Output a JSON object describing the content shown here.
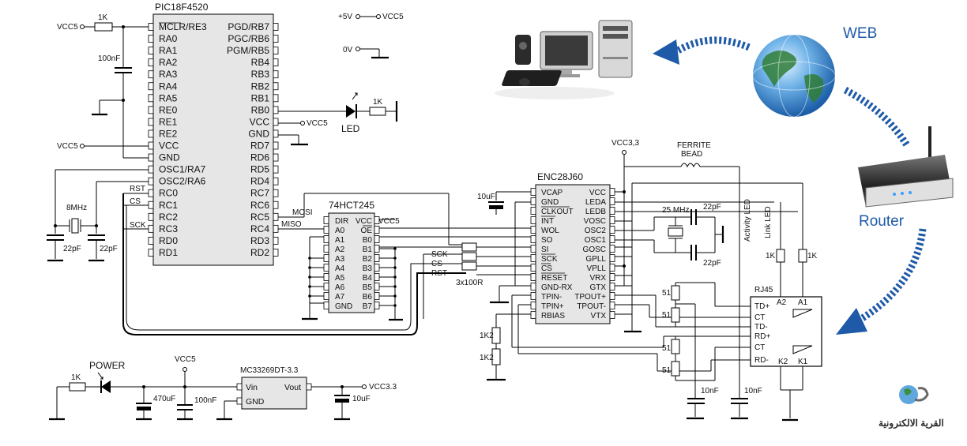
{
  "diagram": {
    "mcu": {
      "name": "PIC18F4520",
      "left_pins": [
        "MCLR/RE3",
        "RA0",
        "RA1",
        "RA2",
        "RA3",
        "RA4",
        "RA5",
        "RE0",
        "RE1",
        "RE2",
        "VCC",
        "GND",
        "OSC1/RA7",
        "OSC2/RA6",
        "RC0",
        "RC1",
        "RC2",
        "RC3",
        "RD0",
        "RD1"
      ],
      "right_pins": [
        "PGD/RB7",
        "PGC/RB6",
        "PGM/RB5",
        "RB4",
        "RB3",
        "RB2",
        "RB1",
        "RB0",
        "VCC",
        "GND",
        "RD7",
        "RD6",
        "RD5",
        "RD4",
        "RC7",
        "RC6",
        "RC5",
        "RC4",
        "RD3",
        "RD2"
      ]
    },
    "buffer": {
      "name": "74HCT245",
      "left_pins": [
        "DIR",
        "A0",
        "A1",
        "A2",
        "A3",
        "A4",
        "A5",
        "A6",
        "A7",
        "GND"
      ],
      "right_pins": [
        "VCC",
        "OE",
        "B0",
        "B1",
        "B2",
        "B3",
        "B4",
        "B5",
        "B6",
        "B7"
      ]
    },
    "eth": {
      "name": "ENC28J60",
      "left_pins": [
        "VCAP",
        "GND",
        "CLKOUT",
        "INT",
        "WOL",
        "SO",
        "SI",
        "SCK",
        "CS",
        "RESET",
        "GND-RX",
        "TPIN-",
        "TPIN+",
        "RBIAS"
      ],
      "right_pins": [
        "VCC",
        "LEDA",
        "LEDB",
        "VOSC",
        "OSC2",
        "OSC1",
        "GOSC",
        "GPLL",
        "VPLL",
        "VRX",
        "GTX",
        "TPOUT+",
        "TPOUT-",
        "VTX"
      ]
    },
    "regulator": {
      "name": "MC33269DT-3.3",
      "vin": "Vin",
      "vout": "Vout",
      "gnd": "GND"
    },
    "rj45": {
      "name": "RJ45",
      "pins": [
        "TD+",
        "CT",
        "TD-",
        "RD+",
        "CT",
        "RD-"
      ],
      "a2": "A2",
      "a1": "A1",
      "k2": "K2",
      "k1": "K1"
    },
    "labels": {
      "vcc5": "VCC5",
      "vcc33": "VCC3,3",
      "vcc33b": "VCC3.3",
      "plus5v": "+5V",
      "zero_v": "0V",
      "r_1k": "1K",
      "c_100nf": "100nF",
      "c_22pf": "22pF",
      "x_8mhz": "8MHz",
      "x_25mhz": "25 MHz",
      "led": "LED",
      "power": "POWER",
      "c_470uf": "470uF",
      "c_10uf": "10uF",
      "sck": "SCK",
      "cs": "CS",
      "rst": "RST",
      "mosi": "MOSI",
      "miso": "MISO",
      "res_array": "3x100R",
      "ferrite": "FERRITE",
      "bead": "BEAD",
      "r_51": "51",
      "r_1k2": "1K2",
      "c_10nf": "10nF",
      "activity_led": "Activity LED",
      "link_led": "Link LED"
    }
  },
  "network": {
    "web": "WEB",
    "router": "Router"
  },
  "logo": {
    "text": "القرية الالكترونية"
  },
  "colors": {
    "accent": "#1f5aa8",
    "chip_fill": "#e6e6e6"
  }
}
